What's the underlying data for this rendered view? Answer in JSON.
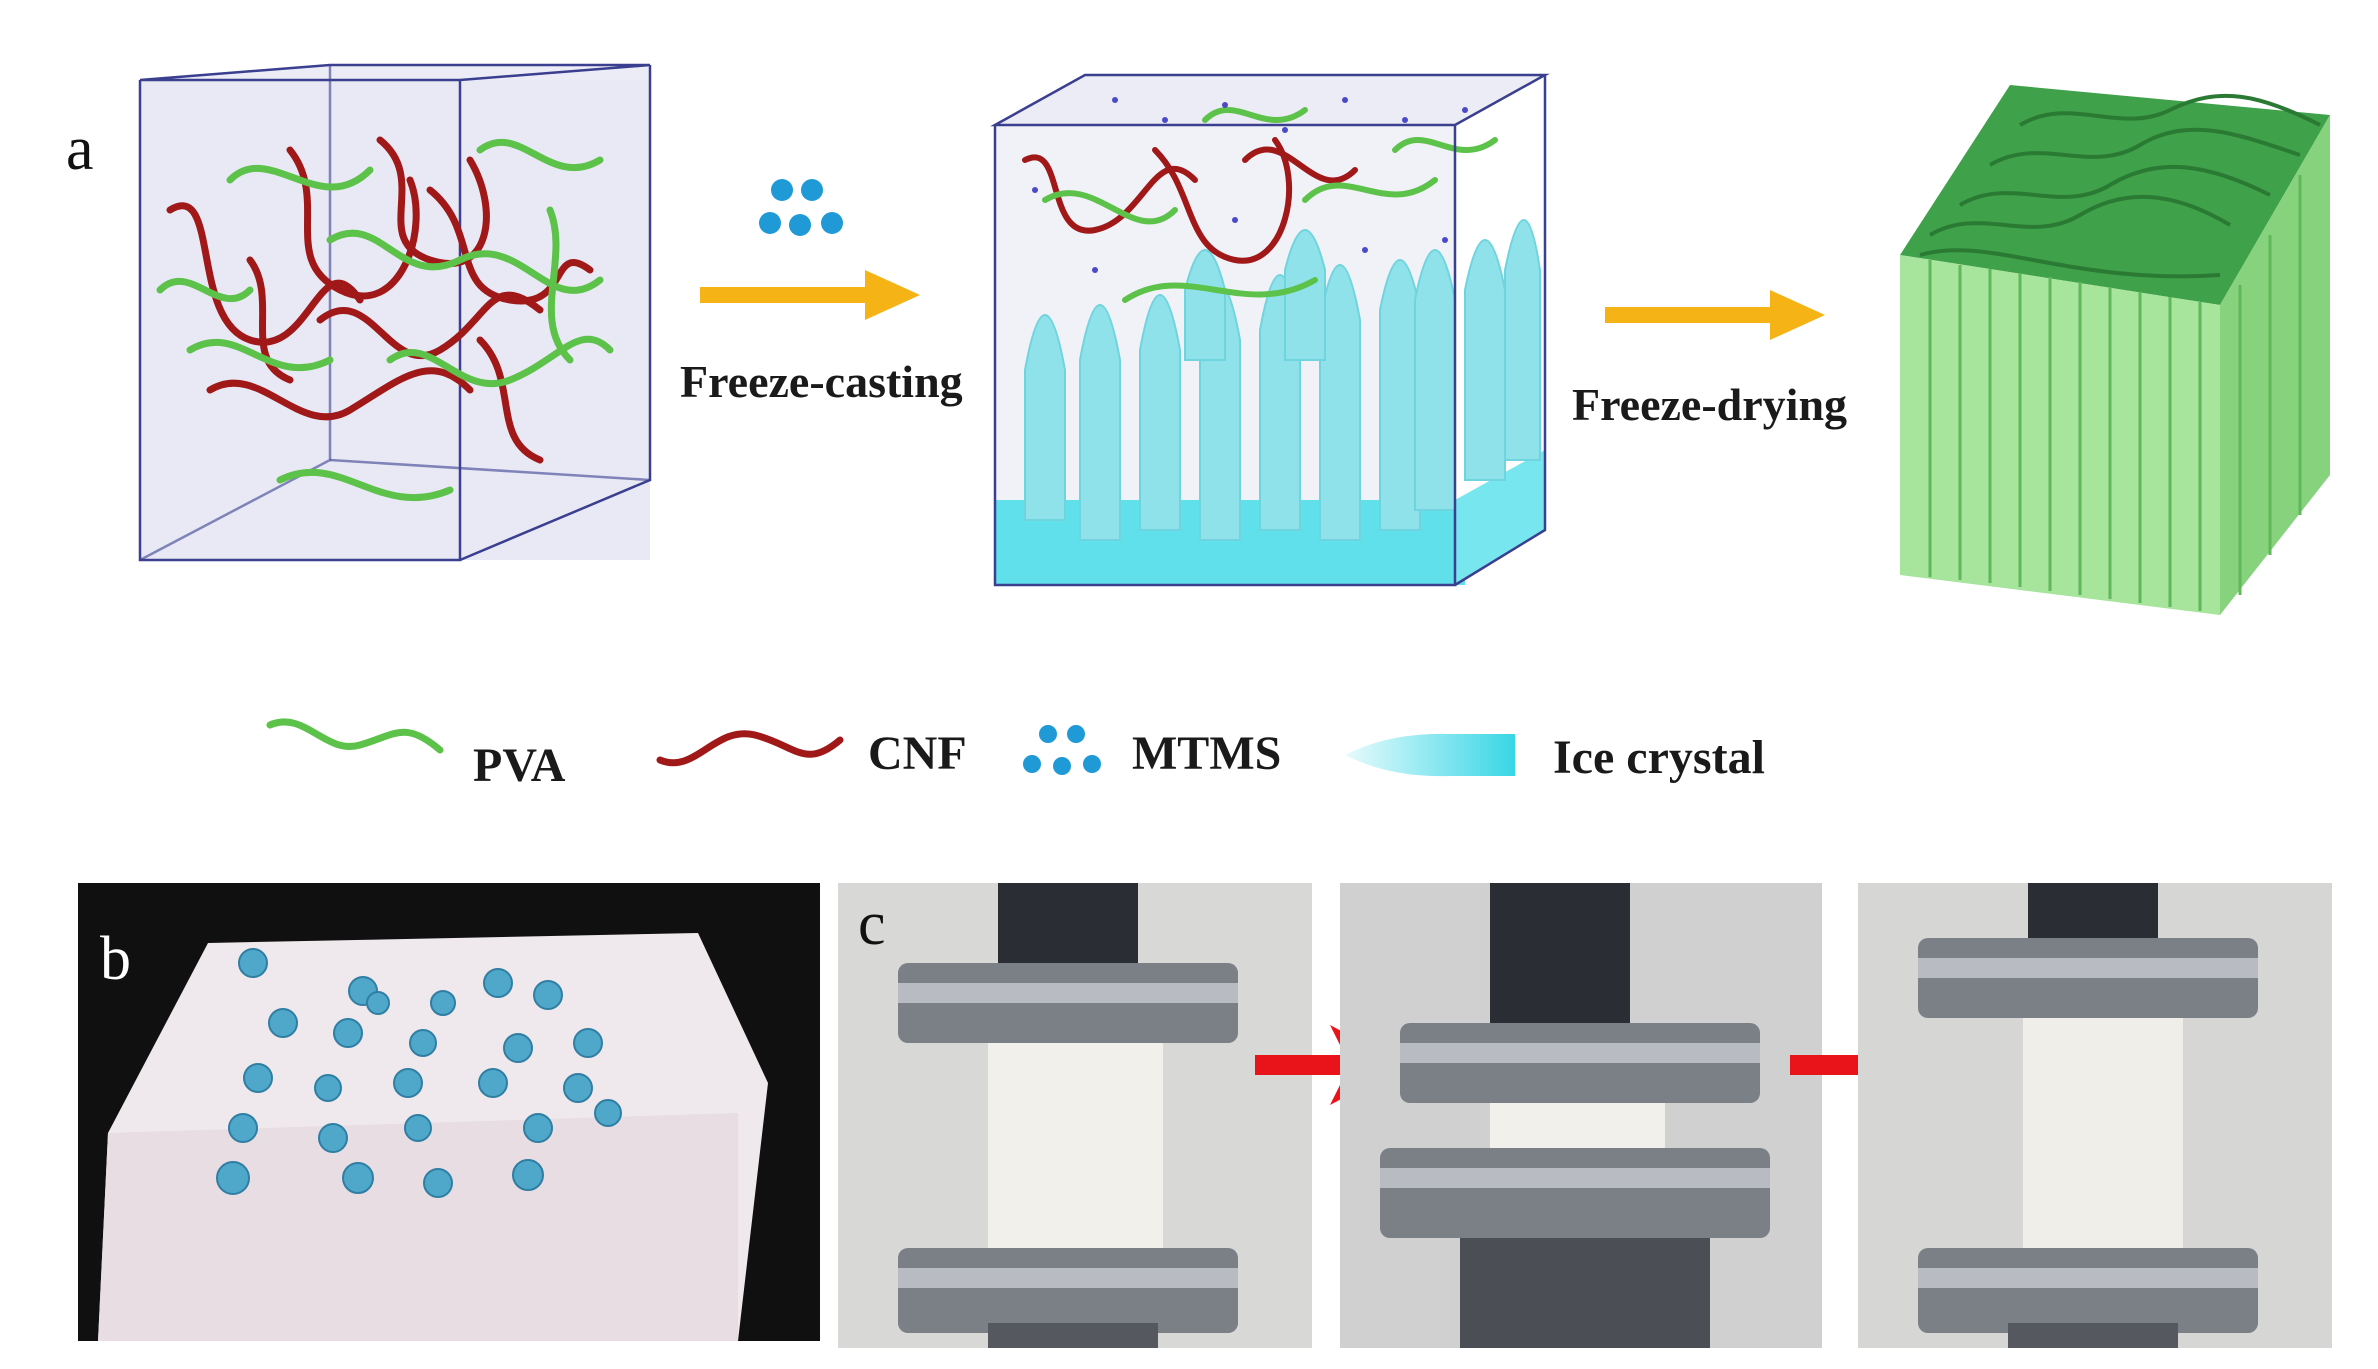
{
  "panels": {
    "a": {
      "letter": "a"
    },
    "b": {
      "letter": "b"
    },
    "c": {
      "letter": "c"
    }
  },
  "steps": [
    {
      "label": "Freeze-casting"
    },
    {
      "label": "Freeze-drying"
    }
  ],
  "legend": [
    {
      "label": "PVA",
      "icon": "green-curve-icon",
      "color": "#5cc24a"
    },
    {
      "label": "CNF",
      "icon": "red-curve-icon",
      "color": "#a01818"
    },
    {
      "label": "MTMS",
      "icon": "blue-dots-icon",
      "color": "#1f9ad6"
    },
    {
      "label": "Ice crystal",
      "icon": "ice-crystal-icon",
      "color": "#5fe0ea"
    }
  ],
  "colors": {
    "arrow_orange": "#f5b316",
    "arrow_red": "#e8141a",
    "box_edge": "#3a3f8f",
    "box_fill": "#e9e9f6",
    "aerogel_green": "#7ccf72",
    "ice_cyan": "#8fe2ea"
  }
}
